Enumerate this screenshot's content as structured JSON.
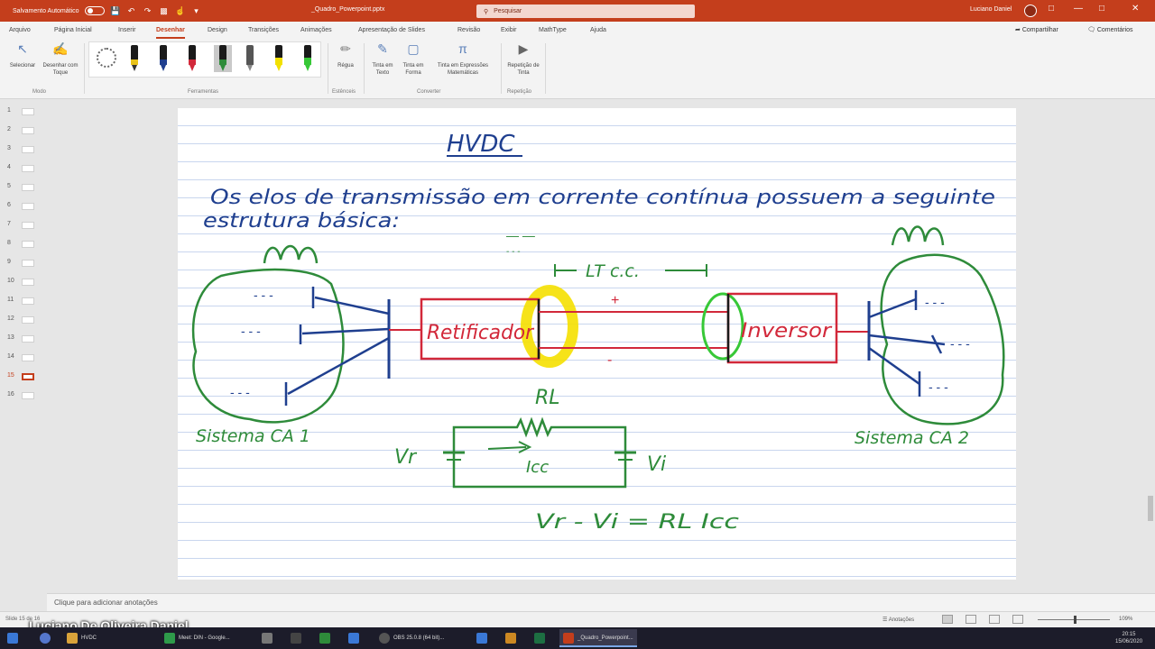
{
  "colors": {
    "accent": "#c43e1c",
    "ink_red": "#d2283a",
    "ink_green": "#2e8b3a",
    "ink_blue": "#1f3f8f",
    "highlight": "#f5e000"
  },
  "titlebar": {
    "autosave_label": "Salvamento Automático",
    "file_name": "_Quadro_Powerpoint.pptx",
    "search_placeholder": "Pesquisar",
    "user_name": "Luciano Daniel"
  },
  "tabs": [
    "Arquivo",
    "Página Inicial",
    "Inserir",
    "Desenhar",
    "Design",
    "Transições",
    "Animações",
    "Apresentação de Slides",
    "Revisão",
    "Exibir",
    "MathType",
    "Ajuda"
  ],
  "active_tab": "Desenhar",
  "share_label": "Compartilhar",
  "comments_label": "Comentários",
  "ribbon": {
    "selecionar": "Selecionar",
    "desenhar_toque": "Desenhar com Toque",
    "modo_group": "Modo",
    "ferramentas_group": "Ferramentas",
    "regua": "Régua",
    "estencis_group": "Estênceis",
    "tinta_texto": "Tinta em Texto",
    "tinta_forma": "Tinta em Forma",
    "tinta_math": "Tinta em Expressões Matemáticas",
    "converter_group": "Converter",
    "repeticao": "Repetição de Tinta",
    "repeticao_group": "Repetição",
    "pens": [
      {
        "icon": "pen-black-yellow-icon",
        "color": "#1a1a1a",
        "band": "#e8c21a"
      },
      {
        "icon": "pen-blue-icon",
        "color": "#1f3f8f",
        "band": "#1f3f8f"
      },
      {
        "icon": "pen-red-icon",
        "color": "#d2283a",
        "band": "#d2283a"
      },
      {
        "icon": "pen-green-icon",
        "color": "#2e8b3a",
        "band": "#2e8b3a"
      },
      {
        "icon": "pencil-gray-icon",
        "color": "#6a6a6a",
        "band": "#888888"
      },
      {
        "icon": "highlighter-yellow-icon",
        "color": "#f2e000",
        "band": "#f2e000"
      },
      {
        "icon": "highlighter-green-icon",
        "color": "#37c837",
        "band": "#37c837"
      }
    ]
  },
  "thumbnails": [
    "1",
    "2",
    "3",
    "4",
    "5",
    "6",
    "7",
    "8",
    "9",
    "10",
    "11",
    "12",
    "13",
    "14",
    "15",
    "16"
  ],
  "active_slide": "15",
  "slide": {
    "title": "HVDC",
    "line1": "Os elos de transmissão em corrente contínua possuem a seguinte",
    "line2": "estrutura básica:",
    "lt_label": "LT c.c.",
    "plus": "+",
    "minus": "-",
    "retificador": "Retificador",
    "inversor": "Inversor",
    "sistema1": "Sistema CA 1",
    "sistema2": "Sistema CA 2",
    "rl": "RL",
    "vr": "Vr",
    "vi": "Vi",
    "icc": "Icc",
    "equation": "Vr - Vi = RL Icc"
  },
  "notes_placeholder": "Clique para adicionar anotações",
  "status": {
    "slide_info": "Slide 15 de 16",
    "notes_label": "Anotações",
    "zoom": "109%"
  },
  "presenter_name": "Luciano De Oliveira Daniel",
  "taskbar": {
    "items": [
      {
        "label": "HVDC",
        "color": "#d9a33a"
      },
      {
        "label": "Meet: DIN - Google...",
        "color": "#2e9b4a"
      },
      {
        "label": "OBS 25.0.8 (64 bit)...",
        "color": "#555555"
      },
      {
        "label": "_Quadro_Powerpoint...",
        "color": "#c43e1c"
      }
    ],
    "time": "20:15",
    "date": "15/06/2020"
  }
}
